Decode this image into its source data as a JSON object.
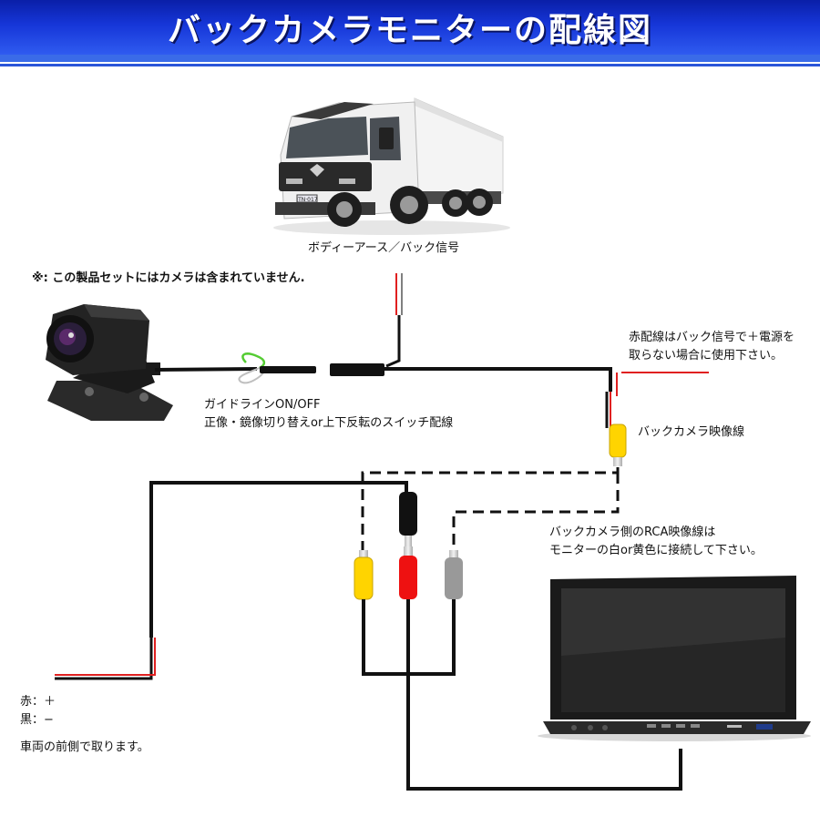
{
  "title": "バックカメラモニターの配線図",
  "labels": {
    "body_earth": "ボディーアース／バック信号",
    "note_camera": "※:  この製品セットにはカメラは含まれていません.",
    "red_wire_1": "赤配線はバック信号で＋電源を",
    "red_wire_2": "取らない場合に使用下さい。",
    "guide_1": "ガイドラインON/OFF",
    "guide_2": "正像・鏡像切り替えor上下反転のスイッチ配線",
    "camera_video": "バックカメラ映像線",
    "rca_1": "バックカメラ側のRCA映像線は",
    "rca_2": "モニターの白or黄色に接続して下さい。",
    "legend_red": "赤：＋",
    "legend_black": "黒：−",
    "front_power": "車両の前側で取ります。"
  },
  "truck_plate": "JTN·017",
  "colors": {
    "header": "#1636d8",
    "wire_black": "#111111",
    "wire_red": "#e02020",
    "rca_yellow": "#ffd400",
    "rca_red": "#ee1111",
    "rca_gray": "#999999",
    "guide_green": "#55cc33"
  }
}
